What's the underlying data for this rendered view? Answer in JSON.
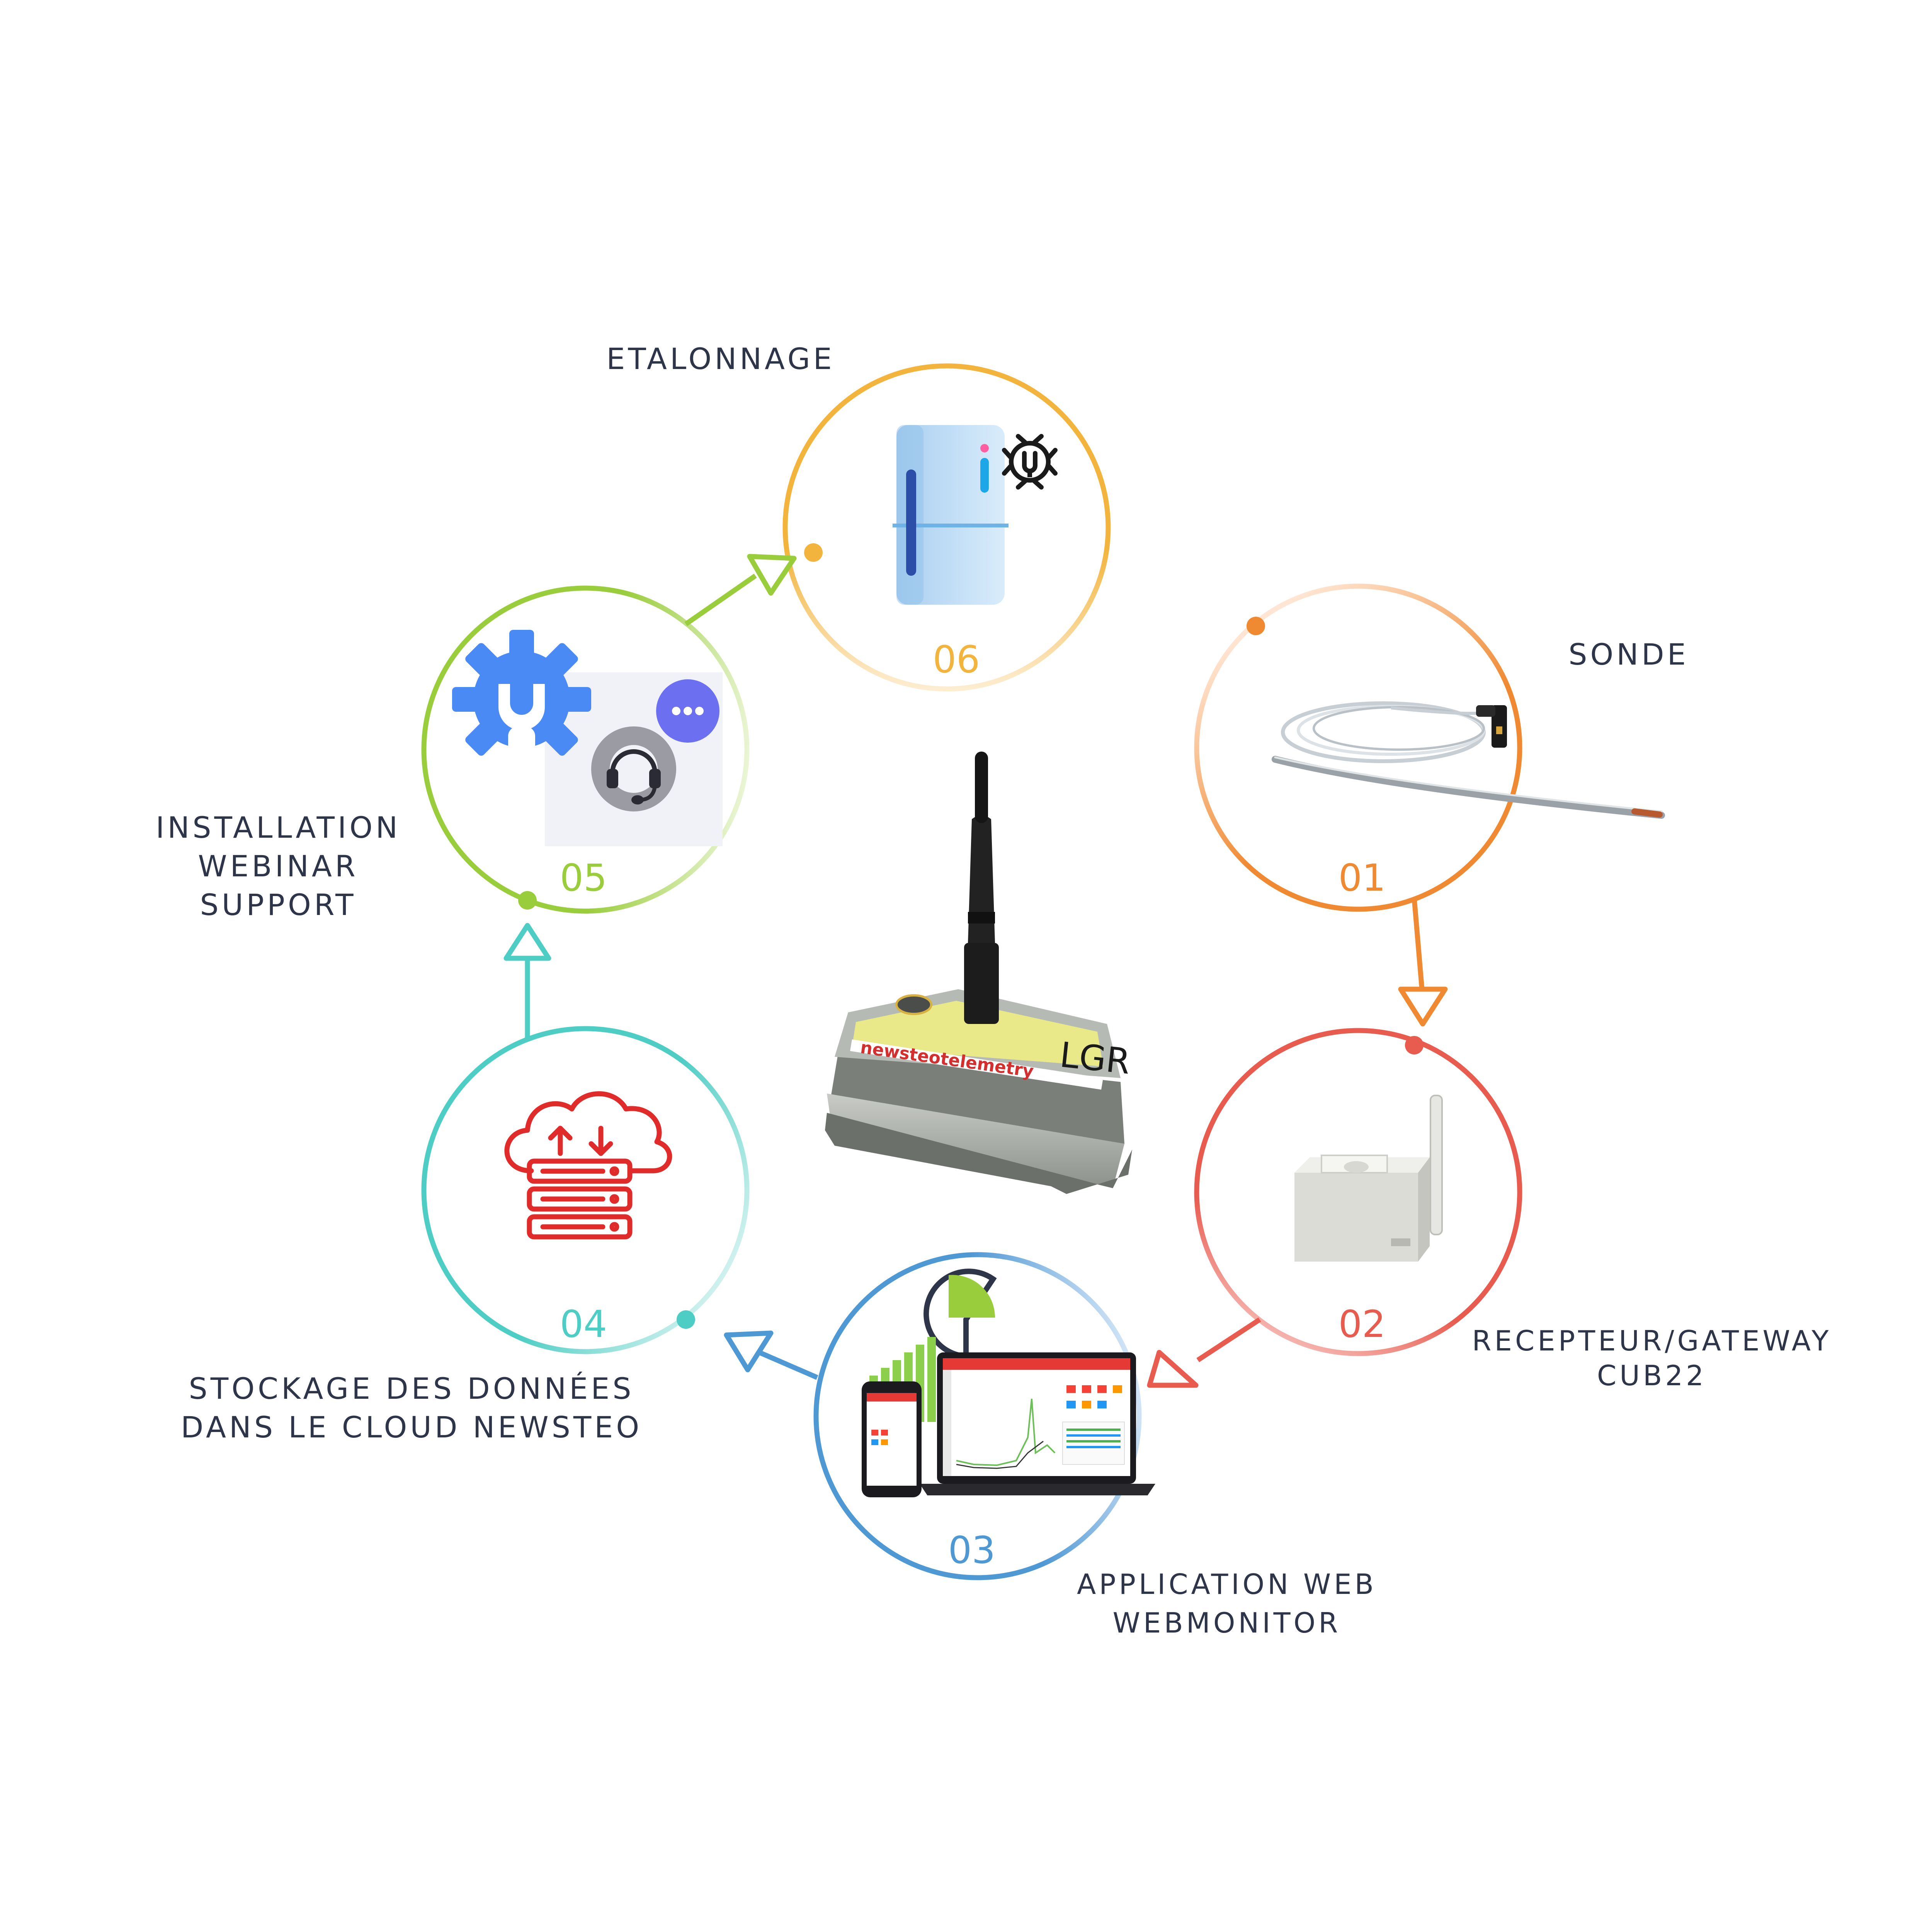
{
  "steps": [
    {
      "number": "01",
      "label_lines": [
        "SONDE"
      ],
      "color": "#ef8a32"
    },
    {
      "number": "02",
      "label_lines": [
        "RECEPTEUR/GATEWAY",
        "CUB22"
      ],
      "color": "#e85b4f"
    },
    {
      "number": "03",
      "label_lines": [
        "APPLICATION WEB",
        "WEBMONITOR"
      ],
      "color": "#4e98d4"
    },
    {
      "number": "04",
      "label_lines": [
        "STOCKAGE DES DONNÉES",
        "DANS LE CLOUD NEWSTEO"
      ],
      "color": "#4ecdc4"
    },
    {
      "number": "05",
      "label_lines": [
        "INSTALLATION",
        "WEBINAR",
        "SUPPORT"
      ],
      "color": "#9acd3c"
    },
    {
      "number": "06",
      "label_lines": [
        "ETALONNAGE"
      ],
      "color": "#f2b43c"
    }
  ],
  "device": {
    "brand": "newsteotelemetry",
    "model": "LGR"
  },
  "colors": {
    "text": "#2e3548",
    "device_label_bg": "#f0ea6a",
    "cloud_icon": "#e02b2b"
  },
  "icons": [
    "temperature-probe-icon",
    "gateway-box-icon",
    "laptop-phone-dashboard-icon",
    "cloud-server-icon",
    "gear-wrench-support-icon",
    "fridge-calibration-icon"
  ]
}
